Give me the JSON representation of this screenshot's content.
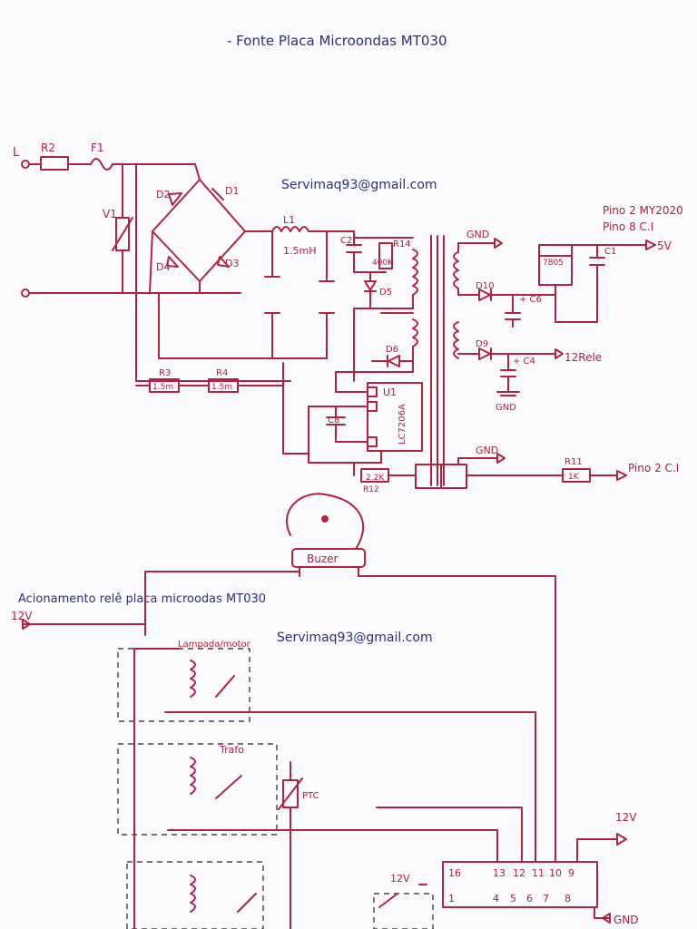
{
  "title": "- Fonte Placa Microondas MT030",
  "email_top": "Servimaq93@gmail.com",
  "email_bottom": "Servimaq93@gmail.com",
  "section2_title": "Acionamento relê placa microodas MT030",
  "components": {
    "L": "L",
    "R2": "R2",
    "F1": "F1",
    "V1": "V1",
    "D1": "D1",
    "D2": "D2",
    "D3": "D3",
    "D4": "D4",
    "D5": "D5",
    "D6": "D6",
    "D9": "D9",
    "D10": "D10",
    "L1": "L1",
    "L1_value": "1.5mH",
    "C1": "C1",
    "C2": "C2",
    "C4": "+ C4",
    "C6": "+ C6",
    "C8": "C8",
    "R14": "R14",
    "R14_value": "400K",
    "R3": "R3",
    "R3_value": "1.5m",
    "R4": "R4",
    "R4_value": "1.5m",
    "R11": "R11",
    "R11_value": "1K",
    "R12": "R12",
    "R12_value": "2.2K",
    "U1": "U1",
    "U1_part": "LC7206A",
    "reg": "7805",
    "buzzer": "Buzer",
    "ptc": "PTC"
  },
  "nets": {
    "gnd1": "GND",
    "gnd2": "GND",
    "gnd3": "GND",
    "gnd4": "GND",
    "pino2_my": "Pino 2 MY2020",
    "pino8_ci": "Pino 8 C.I",
    "v5": "5V",
    "v12_rele": "12Rele",
    "pino2_ci": "Pino 2 C.I",
    "v12_a": "12V",
    "v12_b": "12V",
    "v12_c": "12V"
  },
  "relays": {
    "r1": "Lampada/motor",
    "r2": "Trafo"
  },
  "ic_pins": {
    "p16": "16",
    "p13": "13",
    "p12": "12",
    "p11": "11",
    "p10": "10",
    "p9": "9",
    "p1": "1",
    "p4": "4",
    "p5": "5",
    "p6": "6",
    "p7": "7",
    "p8": "8"
  }
}
